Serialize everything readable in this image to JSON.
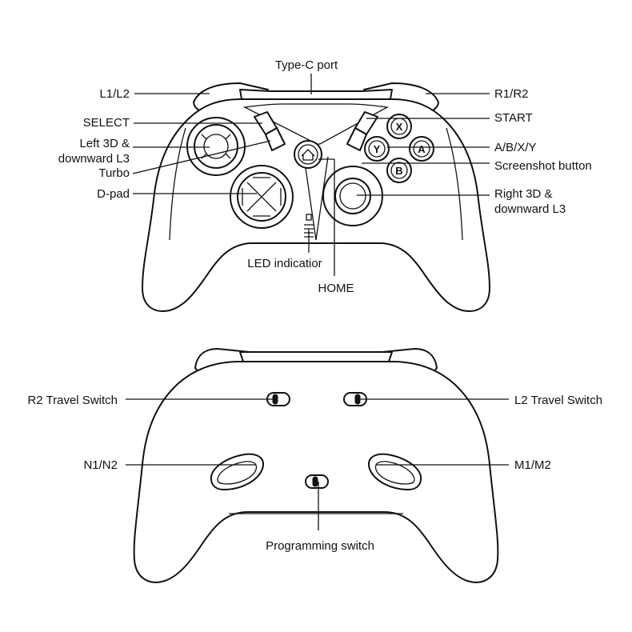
{
  "front_labels": {
    "type_c": "Type-C port",
    "l1l2": "L1/L2",
    "r1r2": "R1/R2",
    "select": "SELECT",
    "start": "START",
    "left3d_1": "Left 3D &",
    "left3d_2": "downward L3",
    "turbo": "Turbo",
    "abxy": "A/B/X/Y",
    "screenshot": "Screenshot button",
    "dpad": "D-pad",
    "right3d_1": "Right 3D &",
    "right3d_2": "downward L3",
    "led": "LED indicatior",
    "home": "HOME"
  },
  "face_buttons": {
    "x": "X",
    "y": "Y",
    "a": "A",
    "b": "B"
  },
  "back_labels": {
    "r2_travel": "R2 Travel Switch",
    "l2_travel": "L2 Travel Switch",
    "n1n2": "N1/N2",
    "m1m2": "M1/M2",
    "programming": "Programming switch"
  }
}
